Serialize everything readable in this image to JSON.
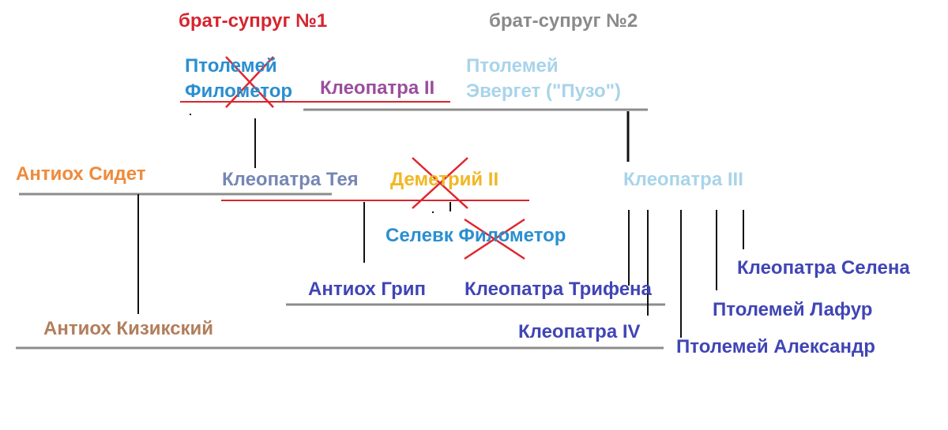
{
  "headers": {
    "spouse1": "брат-супруг №1",
    "spouse2": "брат-супруг №2"
  },
  "people": {
    "philometor": {
      "line1": "Птолемей",
      "line2": "Филометор"
    },
    "cleopatra2": "Клеопатра II",
    "euergetes": {
      "line1": "Птолемей",
      "line2": "Эвергет (\"Пузо\")"
    },
    "antiochus_sidetes": "Антиох Сидет",
    "cleopatra_thea": "Клеопатра Тея",
    "demetrius2": "Деметрий II",
    "cleopatra3": "Клеопатра III",
    "seleucus_philometor": "Селевк Филометор",
    "antiochus_grypus": "Антиох Грип",
    "cleopatra_tryphaena": "Клеопатра Трифена",
    "cleopatra_selene": "Клеопатра Селена",
    "ptolemy_lathyros": "Птолемей Лафур",
    "antiochus_cyzicenus": "Антиох Кизикский",
    "cleopatra4": "Клеопатра IV",
    "ptolemy_alexander": "Птолемей Александр"
  },
  "colors": {
    "spouse1_header": "#d5252f",
    "spouse2_header": "#8a8a8a",
    "cross_mark": "#e0262e",
    "marriage_line_gray": "#8c8c8c",
    "marriage_line_red": "#d8252c",
    "descent_line": "#111111"
  },
  "crossed_out": [
    "philometor",
    "demetrius2",
    "seleucus_philometor"
  ]
}
